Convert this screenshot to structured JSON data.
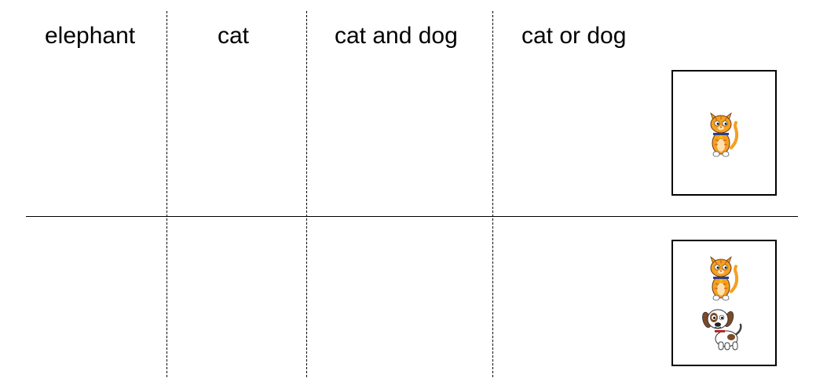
{
  "columns": [
    {
      "label": "elephant"
    },
    {
      "label": "cat"
    },
    {
      "label": "cat and dog"
    },
    {
      "label": "cat or dog"
    }
  ],
  "cards": [
    {
      "contents": [
        "cat-icon"
      ]
    },
    {
      "contents": [
        "cat-icon",
        "dog-icon"
      ]
    }
  ],
  "colors": {
    "cat_orange": "#f5a021",
    "cat_stripes": "#c9621a",
    "dog_brown": "#7a4a2a",
    "lines": "#000000"
  }
}
